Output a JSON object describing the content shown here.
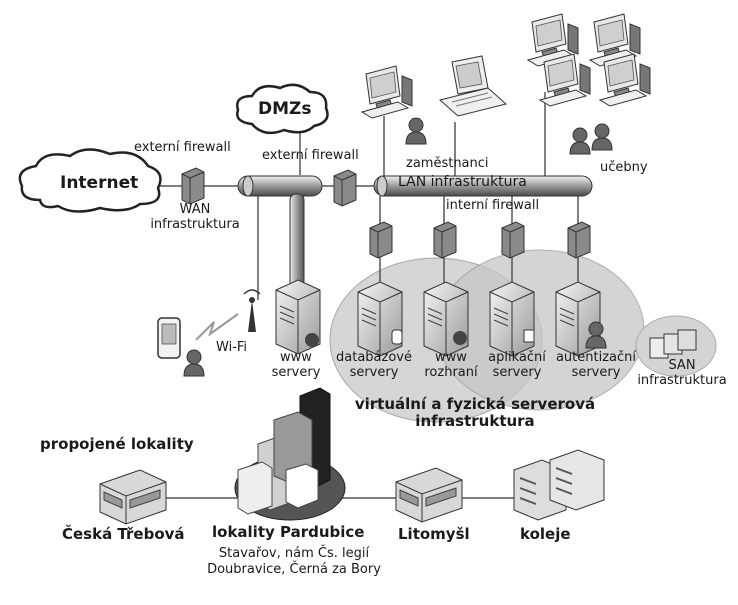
{
  "clouds": {
    "internet": "Internet",
    "dmzs": "DMZs"
  },
  "labels": {
    "ext_fw_left": "externí firewall",
    "ext_fw_right": "externí firewall",
    "wan": "WAN\ninfrastruktura",
    "lan": "LAN infrastruktura",
    "int_fw": "interní firewall",
    "zamestnanci": "zaměstnanci",
    "ucebny": "učebny",
    "wifi": "Wi-Fi",
    "www_servery": "www\nservery",
    "db_servery": "databázové\nservery",
    "www_rozhrani": "www\nrozhraní",
    "app_servery": "aplikační\nservery",
    "auth_servery": "autentizační\nservery",
    "san": "SAN\ninfrastruktura",
    "virt_title": "virtuální a fyzická serverová\ninfrastruktura"
  },
  "sites": {
    "title": "propojené lokality",
    "ceska_trebova": "Česká Třebová",
    "pardubice": "lokality Pardubice",
    "pardubice_sub": "Stavařov, nám Čs. legií\nDoubravice, Černá za Bory",
    "litomysl": "Litomyšl",
    "koleje": "koleje"
  }
}
